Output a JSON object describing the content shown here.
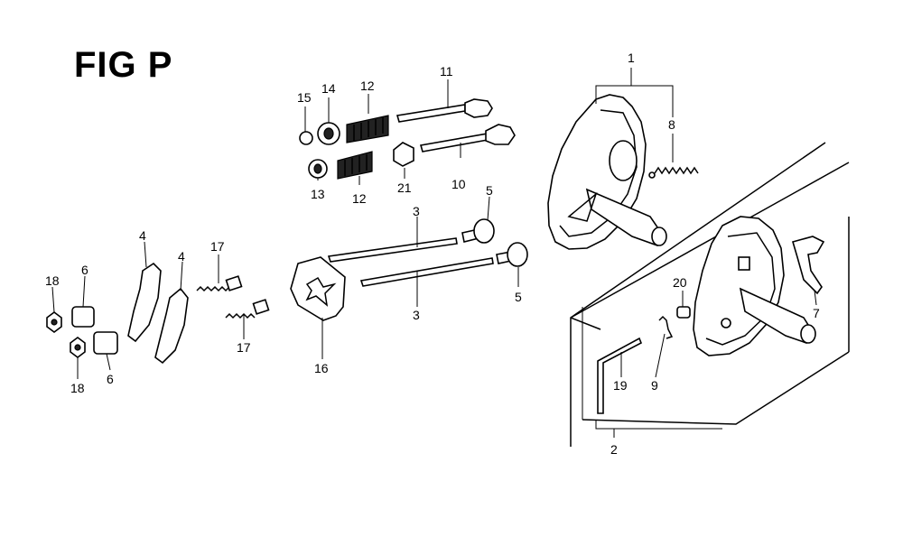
{
  "figure": {
    "title": "FIG P"
  },
  "callouts": {
    "c1": "1",
    "c2": "2",
    "c3a": "3",
    "c3b": "3",
    "c4a": "4",
    "c4b": "4",
    "c5a": "5",
    "c5b": "5",
    "c6a": "6",
    "c6b": "6",
    "c7": "7",
    "c8": "8",
    "c9": "9",
    "c10": "10",
    "c11": "11",
    "c12a": "12",
    "c12b": "12",
    "c13": "13",
    "c14": "14",
    "c15": "15",
    "c16": "16",
    "c17a": "17",
    "c17b": "17",
    "c18a": "18",
    "c18b": "18",
    "c19": "19",
    "c20": "20",
    "c21": "21"
  },
  "colors": {
    "ink": "#000000",
    "background": "#ffffff"
  }
}
